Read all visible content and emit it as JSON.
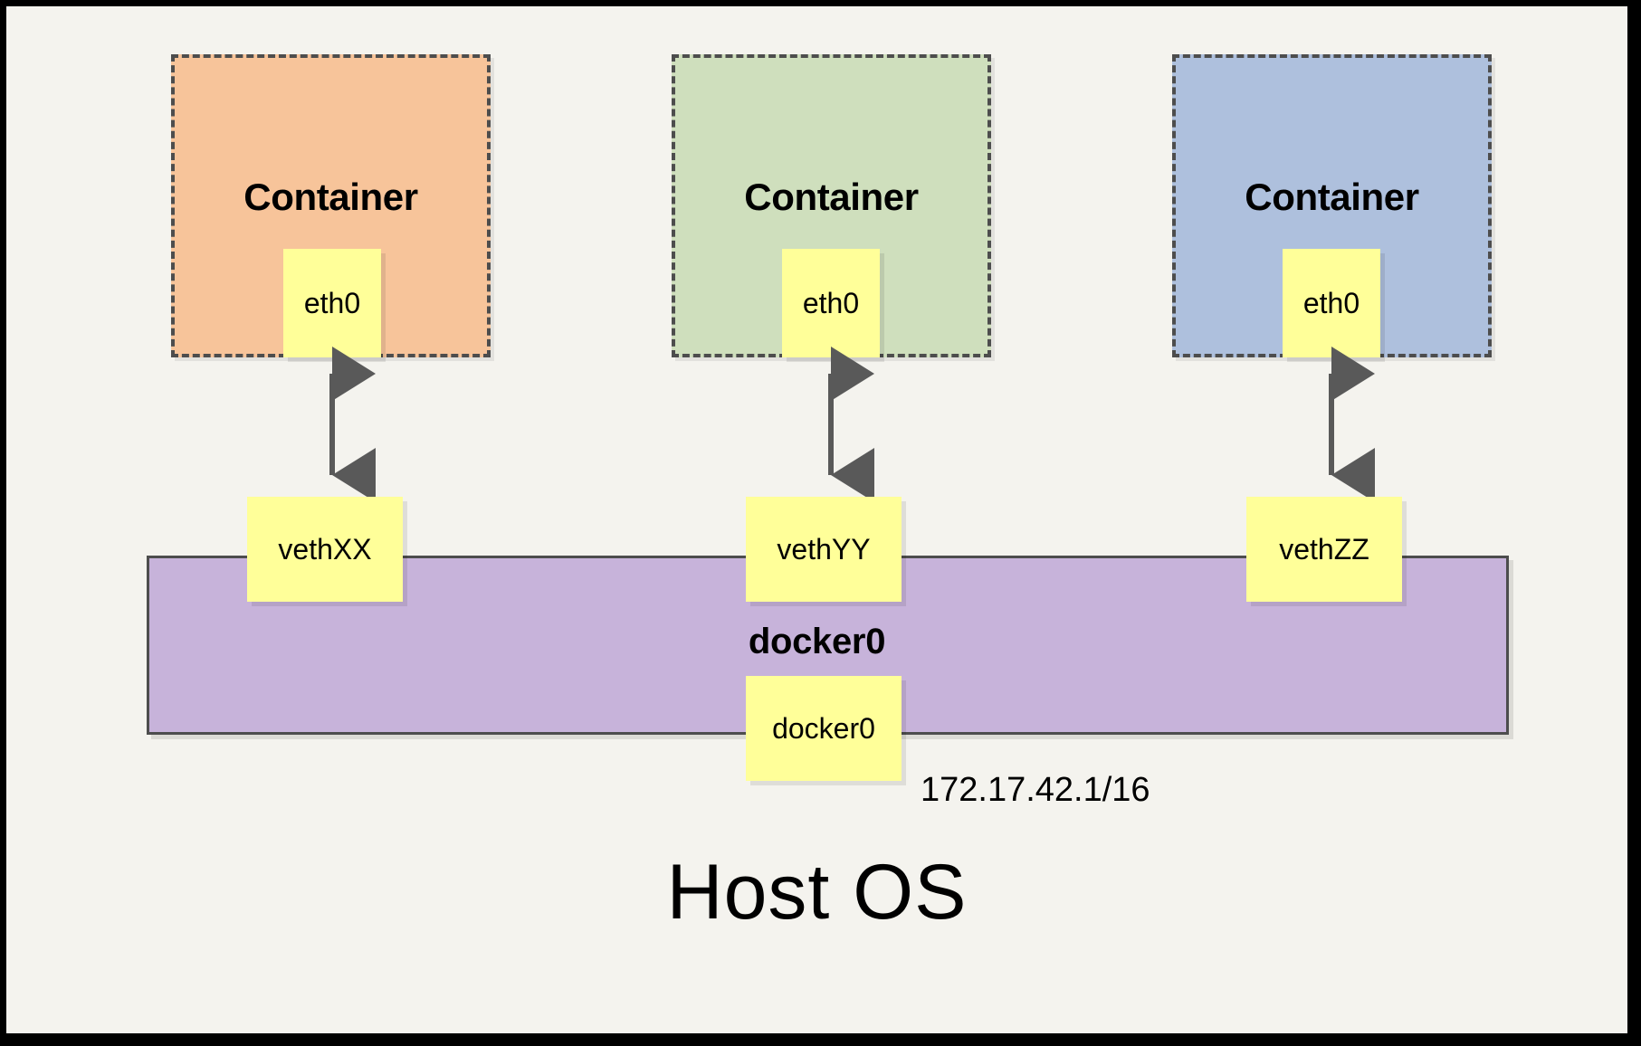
{
  "diagram": {
    "title_bottom": "Host OS",
    "bridge": {
      "name": "docker0",
      "interface_label": "docker0",
      "ip": "172.17.42.1/16",
      "color": "#c7b3da",
      "border_color": "#4d4d4d"
    },
    "containers": [
      {
        "label": "Container",
        "interface": "eth0",
        "veth": "vethXX",
        "color": "#f7c49a",
        "border_color": "#4d4d4d"
      },
      {
        "label": "Container",
        "interface": "eth0",
        "veth": "vethYY",
        "color": "#cfdfbd",
        "border_color": "#4d4d4d"
      },
      {
        "label": "Container",
        "interface": "eth0",
        "veth": "vethZZ",
        "color": "#aec0dd",
        "border_color": "#4d4d4d"
      }
    ],
    "note_color": "#ffff99",
    "arrow_color": "#595959",
    "background": "#f4f3ee",
    "frame_color": "#000000"
  }
}
